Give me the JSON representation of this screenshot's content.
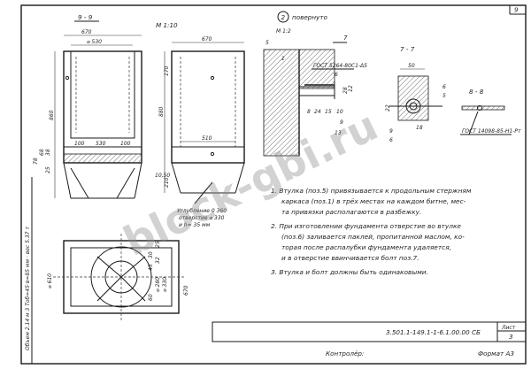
{
  "sheet": {
    "sheet_no": "9",
    "section_99": "9 - 9",
    "scale_left": "М 1:10",
    "view_rotated": "повернуто",
    "callout_circle": "2",
    "callout_scale": "М 1:2",
    "section_77": "7 - 7",
    "section_88": "8 - 8",
    "callout_7": "7"
  },
  "dims": {
    "w670_top": "670",
    "d530": "⌀ 530",
    "w670_mid": "670",
    "h860": "860",
    "h880": "880",
    "h170": "170",
    "h210": "210",
    "d100_a": "100",
    "d530_b": "530",
    "d100_b": "100",
    "d510": "510",
    "d10_50": "10,50",
    "h38": "38",
    "h68": "68",
    "h78": "78",
    "h25": "25",
    "d50": "50",
    "d12": "12",
    "d28": "28",
    "d24": "24",
    "d15": "15",
    "d8": "8",
    "d10": "10",
    "d22": "22",
    "d18": "18",
    "d25b": "25",
    "d32": "32",
    "d280": "⌀ 280",
    "d330": "⌀ 330",
    "d610": "⌀ 610",
    "d670v": "670",
    "d30": "30",
    "d45": "45",
    "d60": "60"
  },
  "labels": {
    "gost_a": "ГОСТ 5264-80С1-Δ5",
    "gost_b": "ГОСТ 14098-85-Н1-Рт",
    "stamp_plate": "Углубление 0 360",
    "stamp_plate2": "отверстие ⌀ 330",
    "stamp_plate3": "и h= 35 мм",
    "pos1": "1",
    "pos5": "5",
    "pos6": "6",
    "pos9": "9",
    "pos13": "13",
    "pos6b": "6",
    "pos9b": "9",
    "pos5b": "5",
    "pos6c": "6",
    "pos7": "7"
  },
  "notes": [
    "1. Втулка (поз.5) привязывается к продольным стержням каркаса (поз.1) в трёх местах на каждом битне, места привязки располагаются в разбежку.",
    "2. При изготовлении фундамента отверстие во втулке (поз.6) заливается паклей, пропитанной маслом, которая после распалубки фундамента удаляется, и в отверстие ввинчивается болт поз.7.",
    "3. Втулка и болт должны быть одинаковыми."
  ],
  "title_block": {
    "code": "3.501.1-149.1-1-6.1.00.00 СБ",
    "sheet_label": "Лист",
    "sheet_value": "3",
    "checked": "Контролёр:",
    "format": "Формат А3"
  },
  "margin_text": "Объем 2.14 м 3 Тоб=45·в=85 мм · вес 5.37 т",
  "watermark": "block-gbi.ru"
}
